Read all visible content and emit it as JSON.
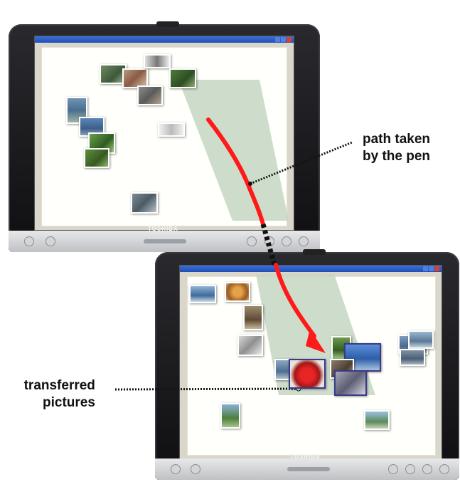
{
  "device": {
    "brand": "TOSHIBA"
  },
  "labels": {
    "path": [
      "path taken",
      "by the pen"
    ],
    "transferred": [
      "transferred",
      "pictures"
    ]
  },
  "colors": {
    "pen_path": "#ff1a1a",
    "shadow_region": "#c5d7c2",
    "canvas": "#fffffb"
  }
}
